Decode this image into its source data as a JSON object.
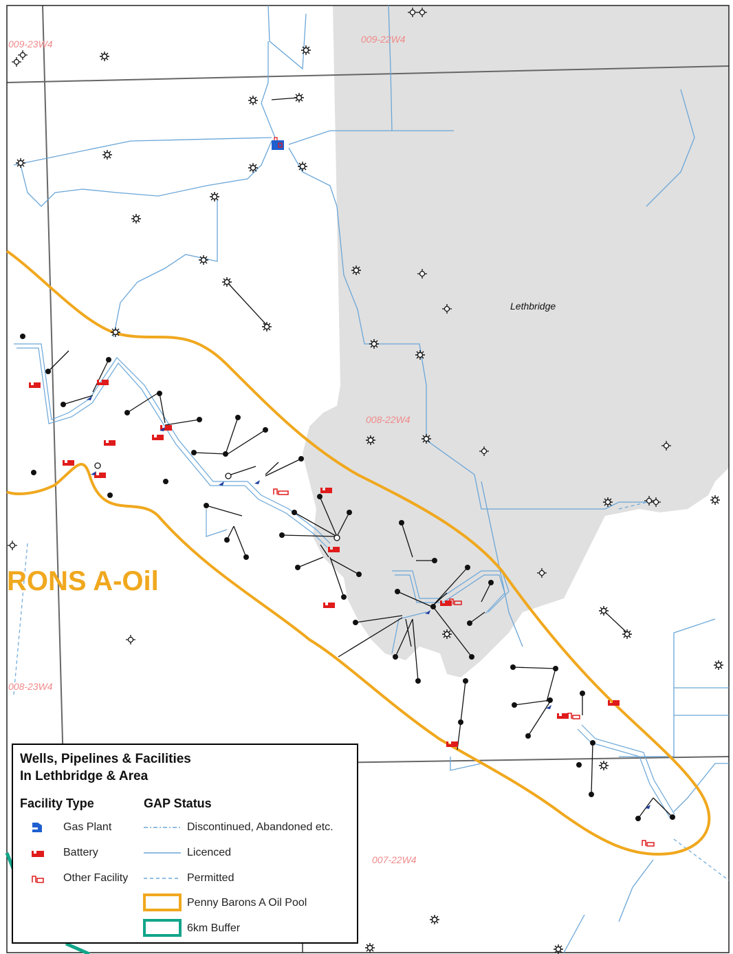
{
  "map": {
    "township_labels": [
      "009-23W4",
      "009-22W4",
      "008-22W4",
      "008-23W4",
      "007-22W4"
    ],
    "city_label": "Lethbridge",
    "pool_label": "RONS A-Oil"
  },
  "legend": {
    "title_line1": "Wells, Pipelines & Facilities",
    "title_line2": "In Lethbridge & Area",
    "facility_heading": "Facility Type",
    "gap_heading": "GAP Status",
    "facility_items": [
      "Gas Plant",
      "Battery",
      "Other Facility"
    ],
    "gap_items": [
      "Discontinued, Abandoned etc.",
      "Licenced",
      "Permitted"
    ],
    "boundary_items": [
      "Penny Barons A Oil Pool",
      "6km Buffer"
    ]
  },
  "colors": {
    "city_area": "#e0e0e0",
    "pipeline": "#6aa6d8",
    "pool_outline": "#f0a81e",
    "buffer": "#12a58a",
    "battery": "#e01b1b",
    "gas_plant": "#1f5fd0",
    "township_text": "#f08a8a",
    "grid_line": "#666666"
  },
  "icons": {
    "gas_plant": "gas-plant-icon",
    "battery": "battery-icon",
    "other_facility": "other-facility-icon",
    "gas_well": "gas-well-icon",
    "oil_well": "oil-well-icon"
  }
}
